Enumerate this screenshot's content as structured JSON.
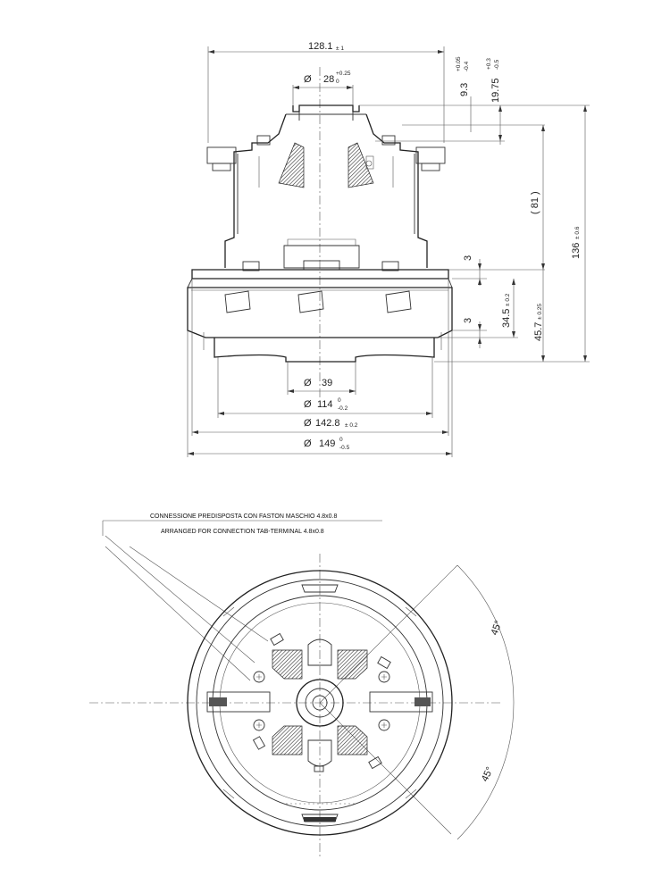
{
  "side_view": {
    "dim_top_width": {
      "value": "128.1",
      "tol": "± 1"
    },
    "dim_inner_diam": {
      "sym": "Ø",
      "value": "28",
      "tol_upper": "+0.25",
      "tol_lower": "0"
    },
    "dim_9_3": {
      "value": "9.3",
      "tol_upper": "+0.05",
      "tol_lower": "-0.4"
    },
    "dim_19_75": {
      "value": "19.75",
      "tol_upper": "+0.3",
      "tol_lower": "-0.5"
    },
    "dim_81": {
      "value": "( 81 )"
    },
    "dim_136": {
      "value": "136",
      "tol": "± 0.6"
    },
    "dim_3_top": {
      "value": "3"
    },
    "dim_3_bottom": {
      "value": "3"
    },
    "dim_34_5": {
      "value": "34.5",
      "tol": "± 0.2"
    },
    "dim_45_7": {
      "value": "45.7",
      "tol": "± 0.25"
    },
    "dim_39": {
      "sym": "Ø",
      "value": "39"
    },
    "dim_114": {
      "sym": "Ø",
      "value": "114",
      "tol_upper": "0",
      "tol_lower": "-0.2"
    },
    "dim_142_8": {
      "sym": "Ø",
      "value": "142.8",
      "tol": "± 0.2"
    },
    "dim_149": {
      "sym": "Ø",
      "value": "149",
      "tol_upper": "0",
      "tol_lower": "-0.5"
    }
  },
  "top_view": {
    "note_it": "CONNESSIONE PREDISPOSTA CON FASTON MASCHIO 4.8x0.8",
    "note_en": "ARRANGED FOR CONNECTION TAB-TERMINAL 4.8x0.8",
    "angle_upper": "45°",
    "angle_lower": "45°"
  }
}
